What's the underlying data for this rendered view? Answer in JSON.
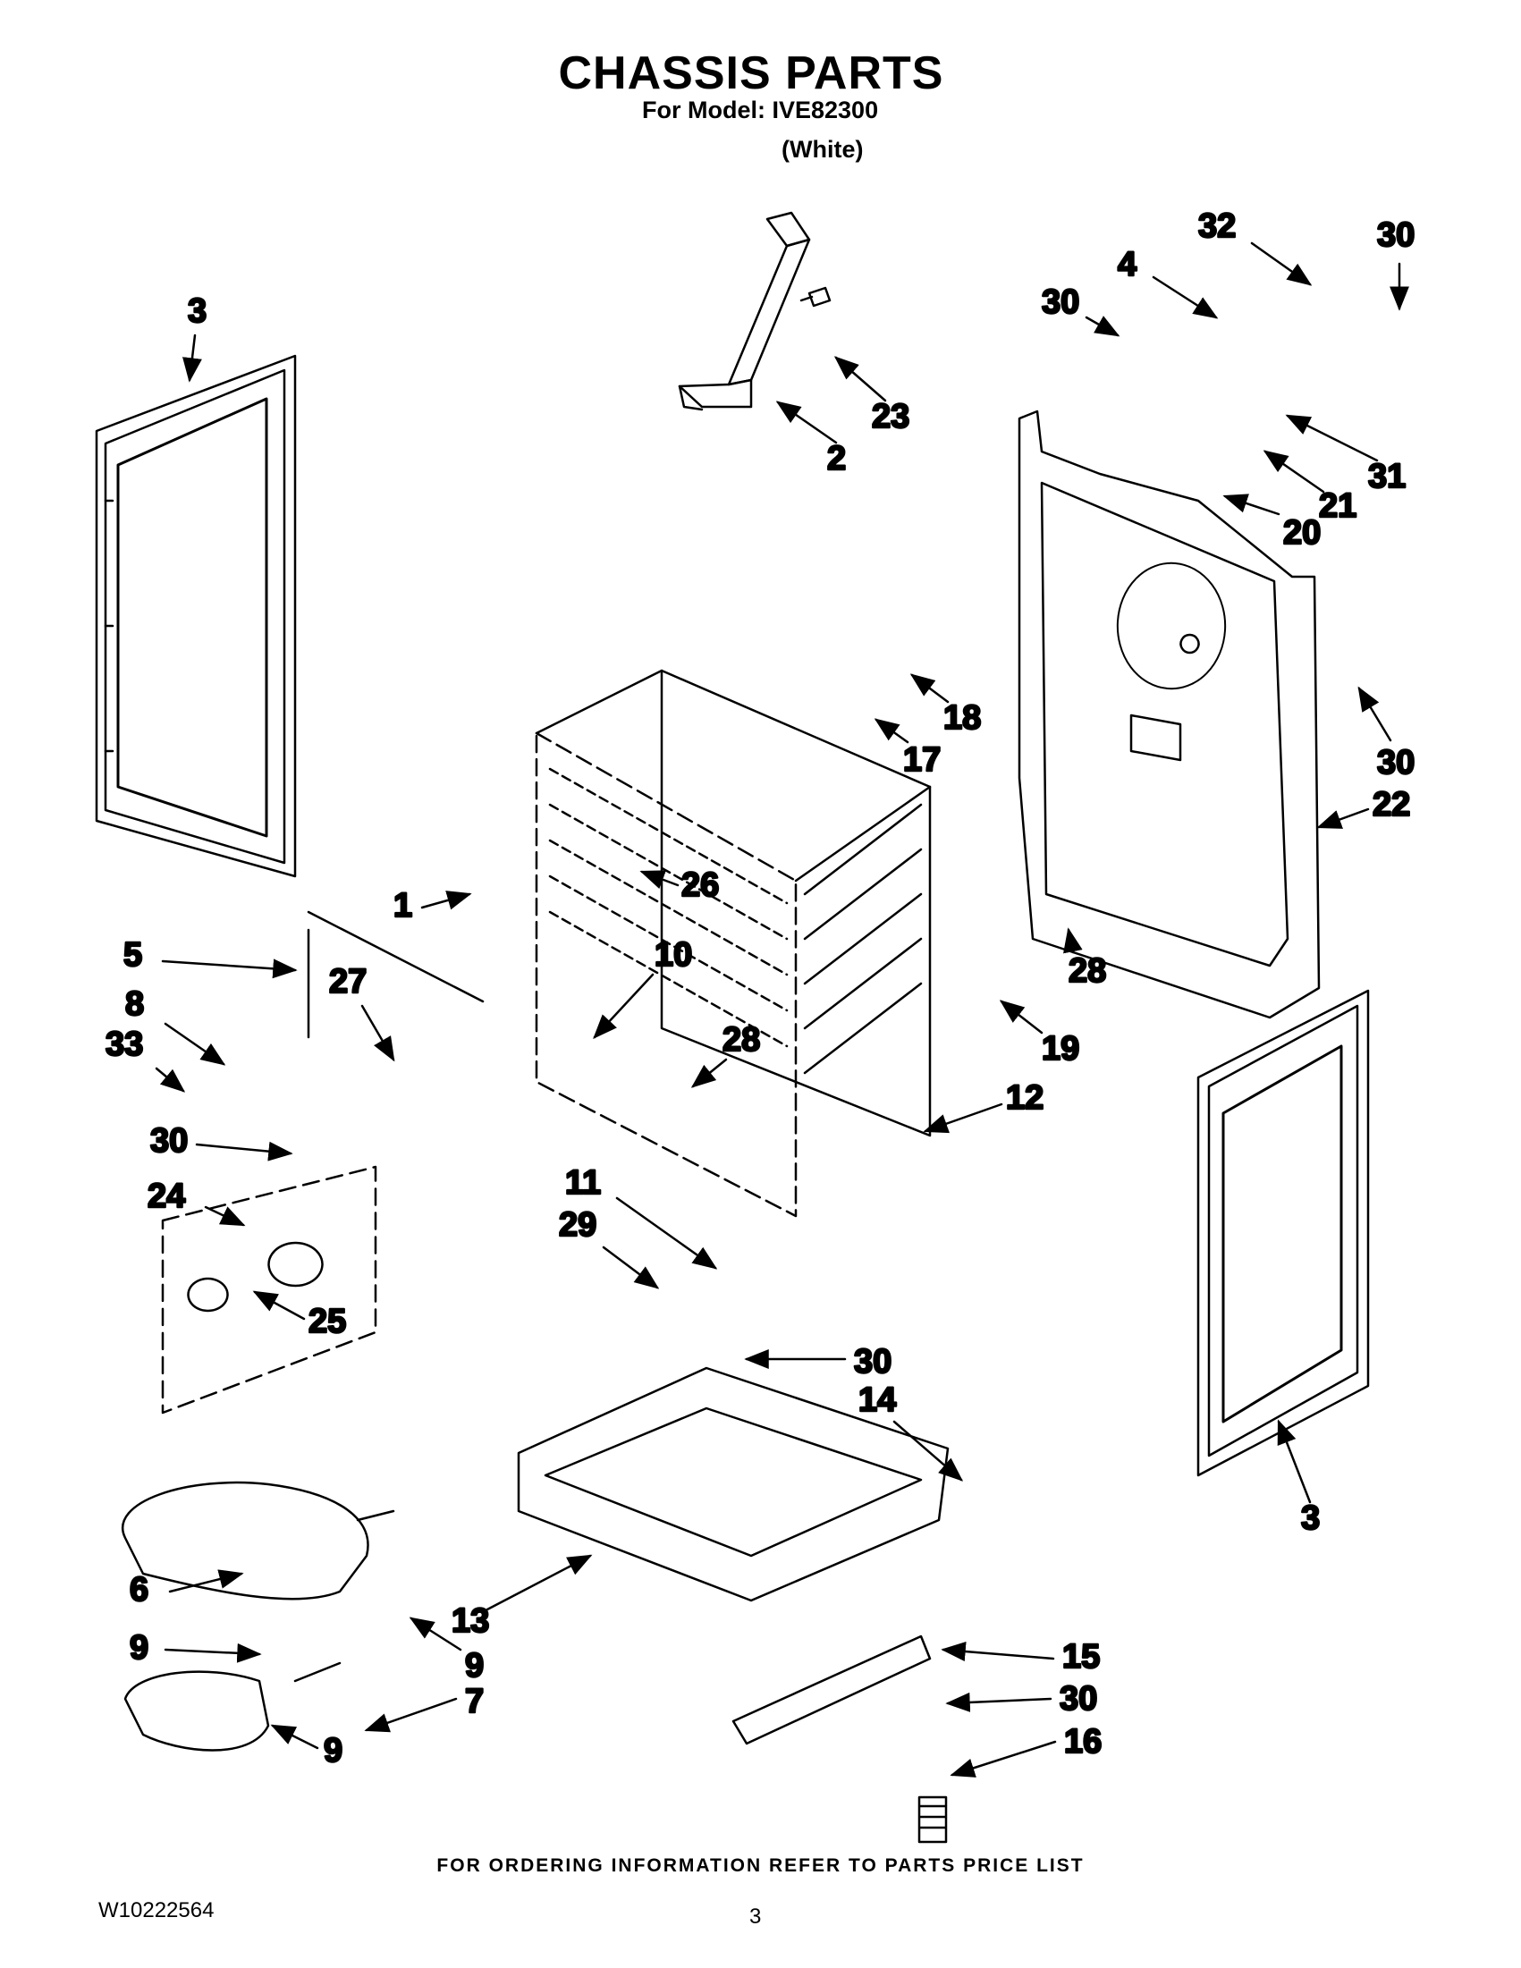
{
  "header": {
    "title": "CHASSIS PARTS",
    "model_line": "For Model: IVE82300",
    "color_line": "(White)"
  },
  "footer": {
    "note": "FOR ORDERING INFORMATION REFER TO PARTS PRICE LIST",
    "doc_id": "W10222564",
    "page_number": "3"
  },
  "callouts": [
    "3",
    "2",
    "23",
    "32",
    "30",
    "4",
    "30",
    "21",
    "31",
    "20",
    "18",
    "17",
    "30",
    "22",
    "1",
    "26",
    "5",
    "8",
    "33",
    "27",
    "10",
    "28",
    "12",
    "19",
    "28",
    "30",
    "24",
    "25",
    "11",
    "29",
    "30",
    "14",
    "3",
    "6",
    "13",
    "9",
    "9",
    "7",
    "9",
    "15",
    "30",
    "16"
  ]
}
